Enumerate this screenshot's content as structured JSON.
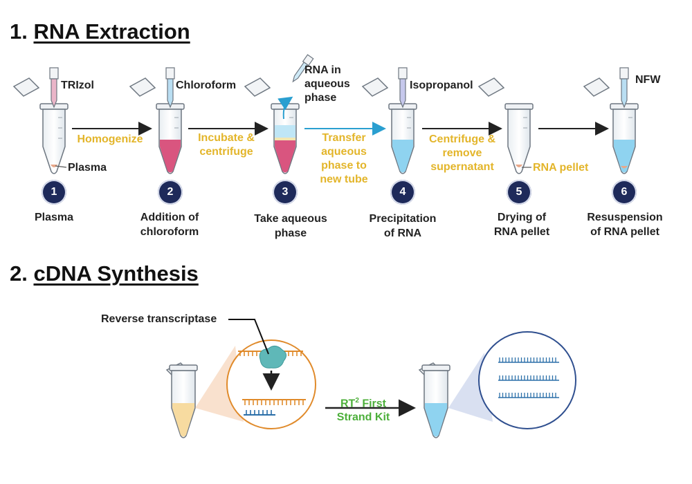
{
  "sections": {
    "rna_number": "1.",
    "rna_title": "RNA Extraction",
    "cdna_number": "2.",
    "cdna_title": "cDNA Synthesis"
  },
  "reagents": {
    "trizol": "TRIzol",
    "chloroform": "Chloroform",
    "rna_aqueous": [
      "RNA in",
      "aqueous",
      "phase"
    ],
    "isopropanol": "Isopropanol",
    "nfw": "NFW"
  },
  "materials": {
    "plasma": "Plasma",
    "rna_pellet": "RNA pellet"
  },
  "actions": {
    "homogenize": "Homogenize",
    "incubate": [
      "Incubate &",
      "centrifuge"
    ],
    "transfer": [
      "Transfer",
      "aqueous",
      "phase to",
      "new tube"
    ],
    "centrifuge_remove": [
      "Centrifuge &",
      "remove",
      "supernatant"
    ]
  },
  "steps": [
    {
      "number": "1",
      "caption": [
        "Plasma"
      ]
    },
    {
      "number": "2",
      "caption": [
        "Addition of",
        "chloroform"
      ]
    },
    {
      "number": "3",
      "caption": [
        "Take aqueous",
        "phase"
      ]
    },
    {
      "number": "4",
      "caption": [
        "Precipitation",
        "of RNA"
      ]
    },
    {
      "number": "5",
      "caption": [
        "Drying of",
        "RNA pellet"
      ]
    },
    {
      "number": "6",
      "caption": [
        "Resuspension",
        "of RNA pellet"
      ]
    }
  ],
  "cdna": {
    "enzyme_label": "Reverse transcriptase",
    "kit_line1": "RT",
    "kit_sup": "2",
    "kit_line1_rest": " First",
    "kit_line2": "Strand Kit"
  },
  "colors": {
    "navy": "#1e2a5a",
    "action_yellow": "#e3b52a",
    "kit_green": "#4caf3a",
    "transfer_blue": "#2a9fd0",
    "plasma_pink": "#d9557f",
    "aqueous_blue": "#8fd3f0",
    "cdna_orange": "#e08a2a",
    "cdna_blue": "#2a6ea8"
  }
}
